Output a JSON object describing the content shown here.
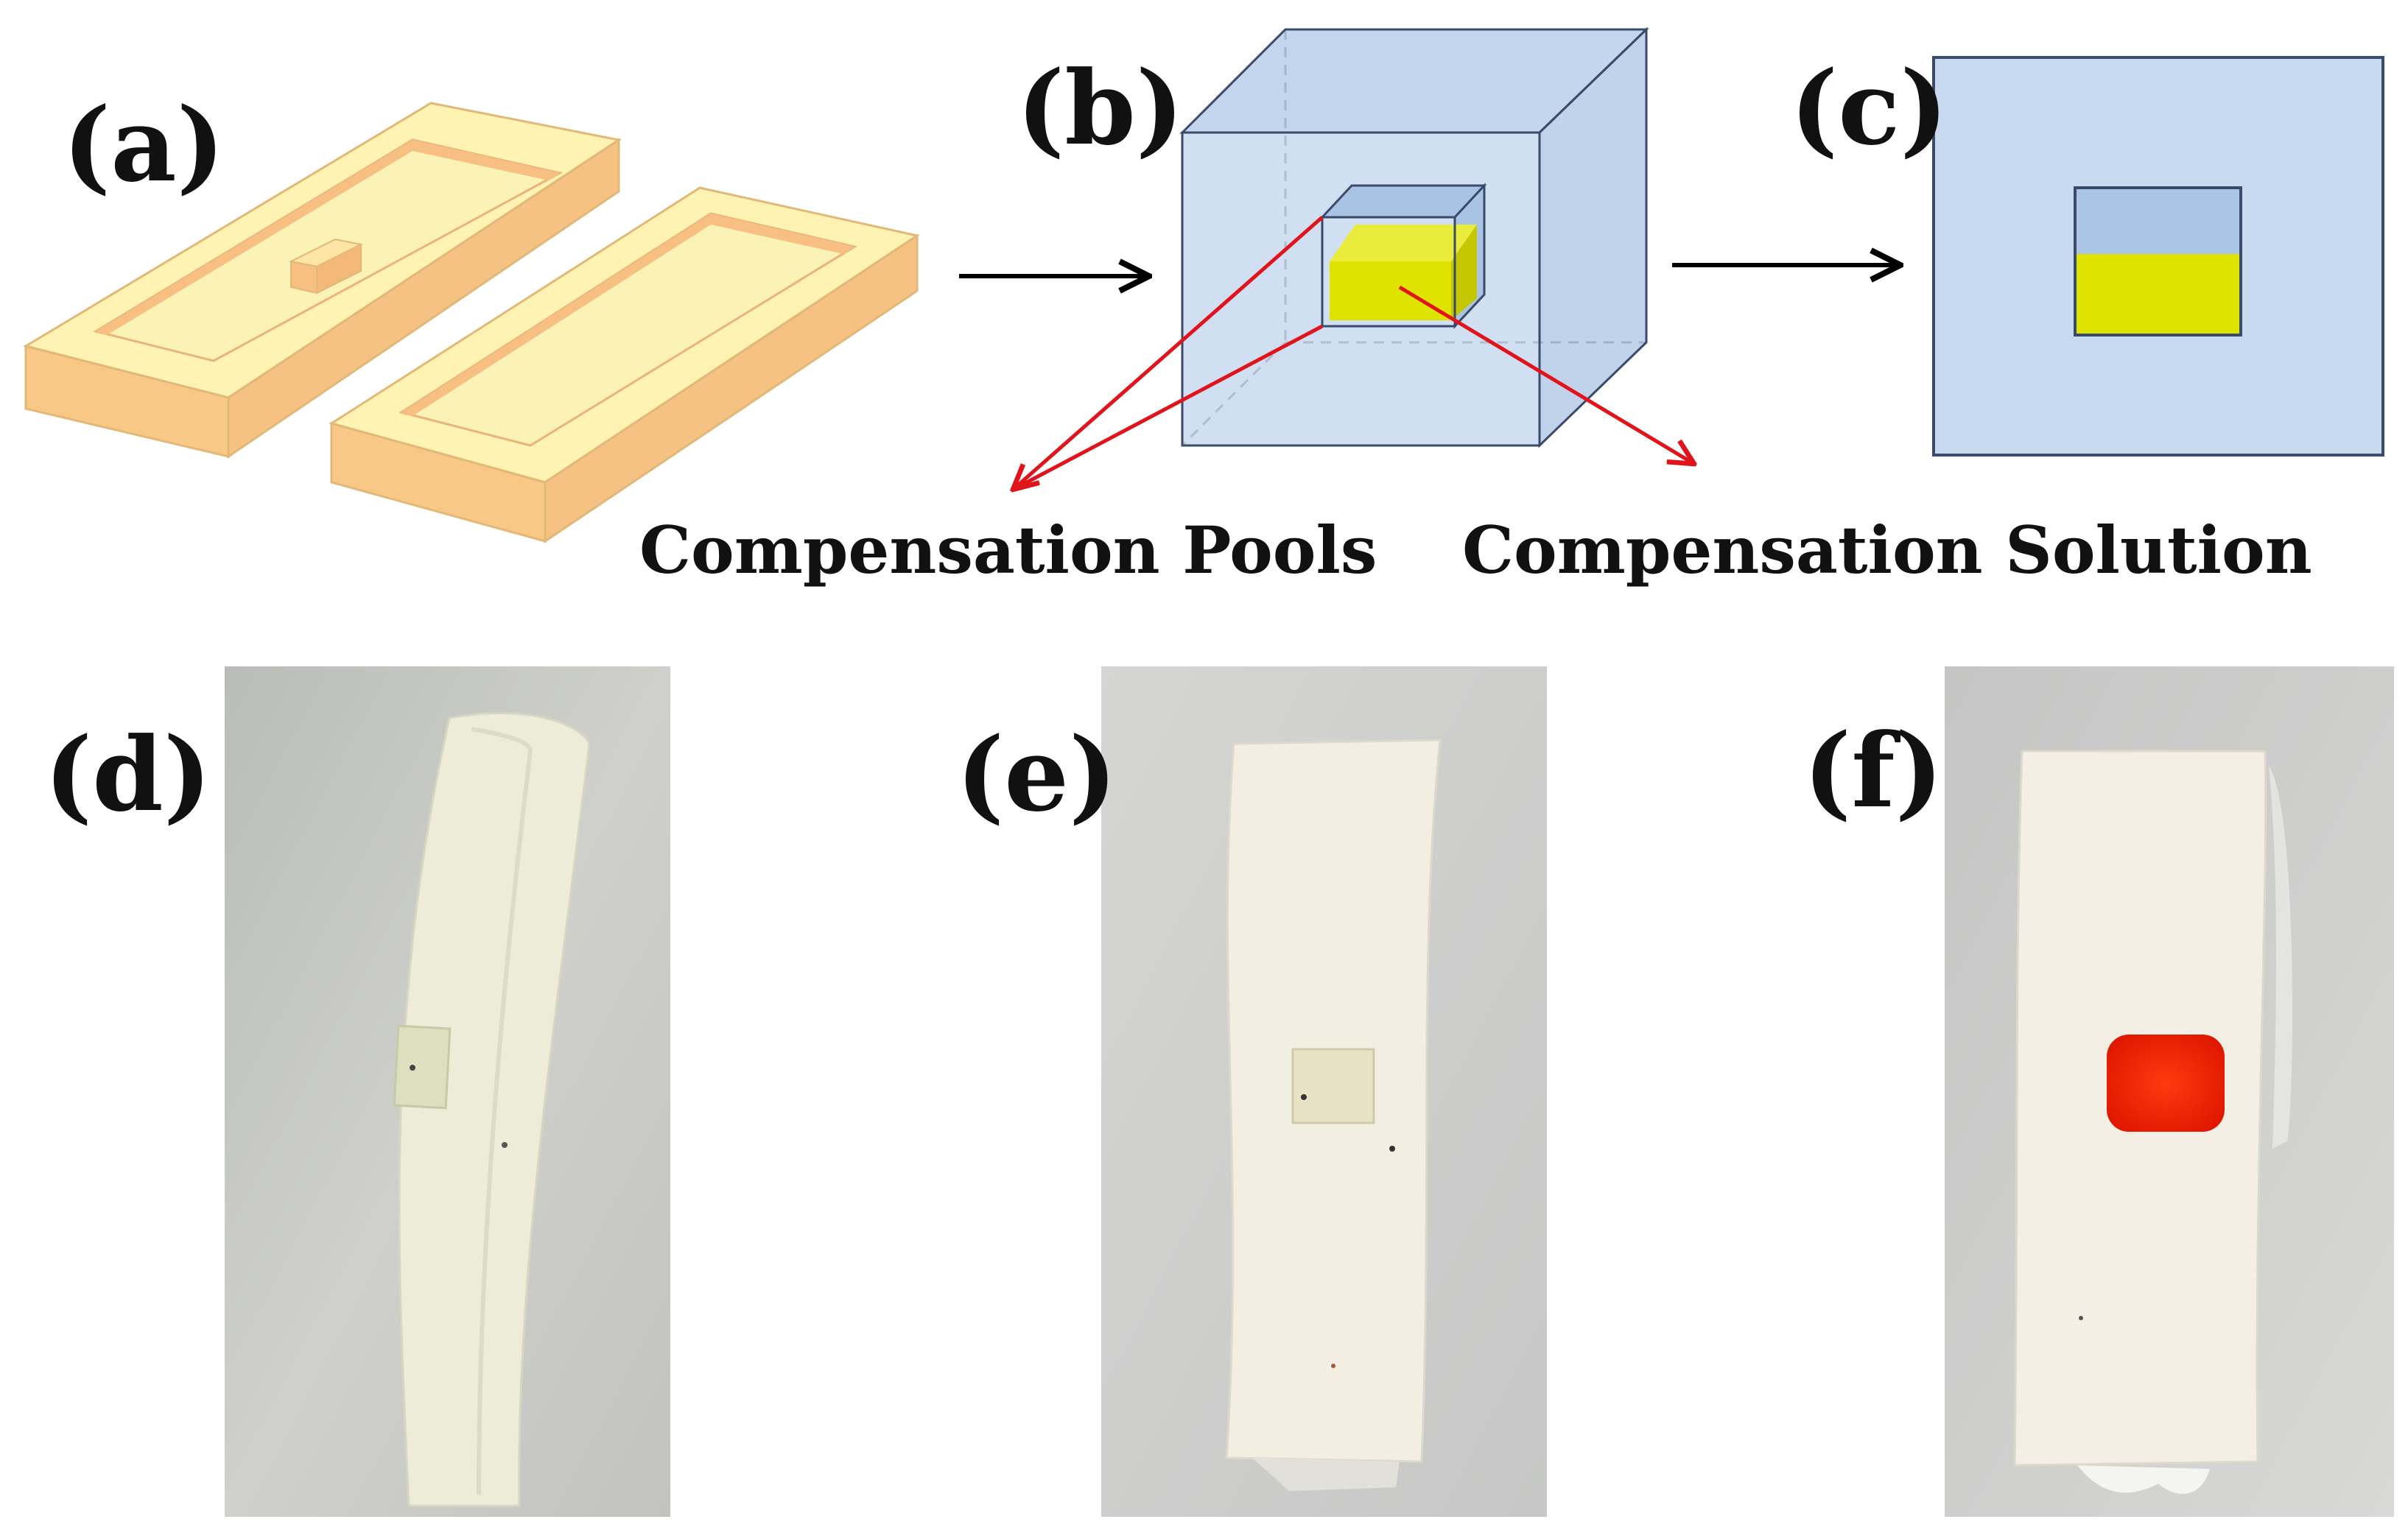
{
  "panels": {
    "a": {
      "label": "(a)"
    },
    "b": {
      "label": "(b)"
    },
    "c": {
      "label": "(c)"
    },
    "d": {
      "label": "(d)"
    },
    "e": {
      "label": "(e)"
    },
    "f": {
      "label": "(f)"
    }
  },
  "annotations": {
    "pools": "Compensation Pools",
    "solution": "Compensation Solution"
  },
  "colors": {
    "mold_top": "#fff3b4",
    "mold_side": "#f9c886",
    "mold_recess": "#f7bf82",
    "box_fill": "#c8daf0",
    "box_stroke": "#3a4a6a",
    "sample_yellow": "#dfe300",
    "arrow_red": "#e0141a",
    "photo_bg": "#c9cac6",
    "strip": "#f1eee2",
    "dye_red": "#f01f00"
  }
}
